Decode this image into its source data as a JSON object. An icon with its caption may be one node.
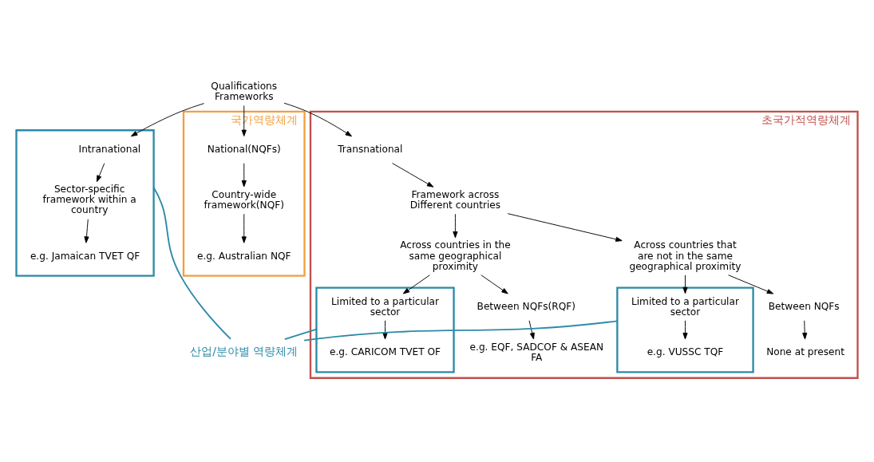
{
  "diagram": {
    "nodes": [
      {
        "text": [
          "Qualifications Frameworks"
        ]
      },
      {
        "text": [],
        "shape": "box"
      },
      {
        "text": [
          "Intranational"
        ],
        "in": 1
      },
      {
        "text": [
          "Sector-specific framework within a country"
        ],
        "in": 1
      },
      {
        "text": [
          "e.g. Jamaican TVET QF"
        ],
        "in": 1
      },
      {
        "text": [],
        "shape": "box",
        "beside": [
          "국가역량체계"
        ]
      },
      {
        "text": [
          "National(NQFs)"
        ],
        "in": 5
      },
      {
        "text": [
          "Country-wide framework(NQF)"
        ],
        "in": 5
      },
      {
        "text": [
          "e.g. Australian NQF"
        ],
        "in": 5
      },
      {
        "text": [],
        "shape": "box",
        "beside": [
          "초국가적역량체계"
        ]
      },
      {
        "text": [
          "Transnational"
        ],
        "in": 9
      },
      {
        "text": [
          "Framework across Different countries"
        ],
        "in": 9
      },
      {
        "text": [
          "Across countries in the same geographical proximity"
        ],
        "in": 9
      },
      {
        "text": [
          "Across countries that are not in the same geographical proximity"
        ],
        "in": 9
      },
      {
        "text": [],
        "shape": "box",
        "in": 9
      },
      {
        "text": [
          "Limited to a particular sector"
        ],
        "in": 14
      },
      {
        "text": [
          "e.g. CARICOM TVET OF"
        ],
        "in": 14
      },
      {
        "text": [
          "Between NQFs(RQF)"
        ],
        "in": 9
      },
      {
        "text": [
          "e.g. EQF, SADCOF & ASEAN FA"
        ],
        "in": 9
      },
      {
        "text": [],
        "shape": "box",
        "in": 9
      },
      {
        "text": [
          "Limited to a particular sector"
        ],
        "in": 19
      },
      {
        "text": [
          "e.g. VUSSC TQF"
        ],
        "in": 19
      },
      {
        "text": [
          "Between NQFs"
        ],
        "in": 9
      },
      {
        "text": [
          "None at present"
        ],
        "in": 9
      },
      {
        "text": [
          "산업/분야별 역량체계"
        ]
      }
    ],
    "edges": [
      {
        "from": 0,
        "to": 2,
        "arrow": "to"
      },
      {
        "from": 0,
        "to": 6,
        "arrow": "to"
      },
      {
        "from": 0,
        "to": 10,
        "arrow": "to"
      },
      {
        "from": 2,
        "to": 3,
        "arrow": "to"
      },
      {
        "from": 3,
        "to": 4,
        "arrow": "to"
      },
      {
        "from": 6,
        "to": 7,
        "arrow": "to"
      },
      {
        "from": 7,
        "to": 8,
        "arrow": "to"
      },
      {
        "from": 10,
        "to": 11,
        "arrow": "to"
      },
      {
        "from": 11,
        "to": 12,
        "arrow": "to"
      },
      {
        "from": 11,
        "to": 13,
        "arrow": "to"
      },
      {
        "from": 12,
        "to": 15,
        "arrow": "to"
      },
      {
        "from": 12,
        "to": 17,
        "arrow": "to"
      },
      {
        "from": 15,
        "to": 16,
        "arrow": "to"
      },
      {
        "from": 17,
        "to": 18,
        "arrow": "to"
      },
      {
        "from": 13,
        "to": 20,
        "arrow": "to"
      },
      {
        "from": 13,
        "to": 22,
        "arrow": "to"
      },
      {
        "from": 20,
        "to": 21,
        "arrow": "to"
      },
      {
        "from": 22,
        "to": 23,
        "arrow": "to"
      },
      {
        "from": 1,
        "to": 24,
        "arrow": "none",
        "color": "#2b8aa8"
      },
      {
        "from": 14,
        "to": 24,
        "arrow": "none",
        "color": "#2b8aa8"
      },
      {
        "from": 19,
        "to": 24,
        "arrow": "none",
        "color": "#2b8aa8"
      }
    ]
  }
}
